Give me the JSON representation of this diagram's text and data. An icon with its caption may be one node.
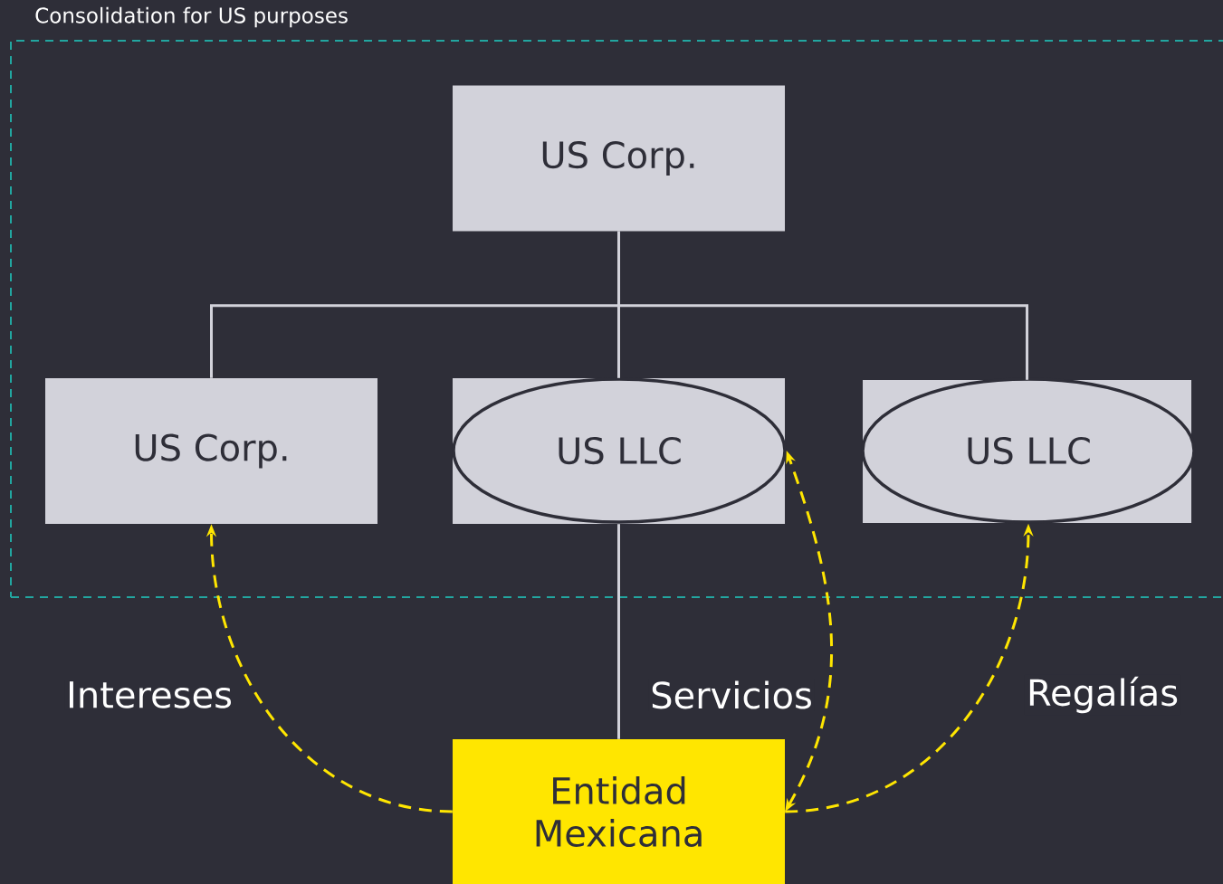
{
  "diagram": {
    "nodes": [
      {
        "text": [
          "Consolidation for US purposes"
        ]
      },
      {
        "text": [
          "US Corp."
        ],
        "in": 0
      },
      {
        "text": [
          "US Corp."
        ],
        "in": 0
      },
      {
        "text": [],
        "shape": "box",
        "in": 0
      },
      {
        "text": [
          "US LLC"
        ],
        "in": 3
      },
      {
        "text": [],
        "shape": "box",
        "in": 0
      },
      {
        "text": [
          "US LLC"
        ],
        "in": 5
      },
      {
        "text": [
          "Entidad Mexicana"
        ]
      }
    ],
    "edges": [
      {
        "from": 1,
        "to": 2,
        "arrow": "none"
      },
      {
        "from": 1,
        "to": 3,
        "arrow": "none"
      },
      {
        "from": 1,
        "to": 5,
        "arrow": "none"
      },
      {
        "from": 3,
        "to": 7,
        "arrow": "none"
      },
      {
        "from": 7,
        "to": 2,
        "arrow": "to",
        "label": "Intereses",
        "style": "dashed",
        "color": "#ffe600"
      },
      {
        "from": 7,
        "to": 4,
        "arrow": "both",
        "label": "Servicios",
        "style": "dashed",
        "color": "#ffe600"
      },
      {
        "from": 7,
        "to": 6,
        "arrow": "to",
        "label": "Regalías",
        "style": "dashed",
        "color": "#ffe600"
      }
    ]
  }
}
